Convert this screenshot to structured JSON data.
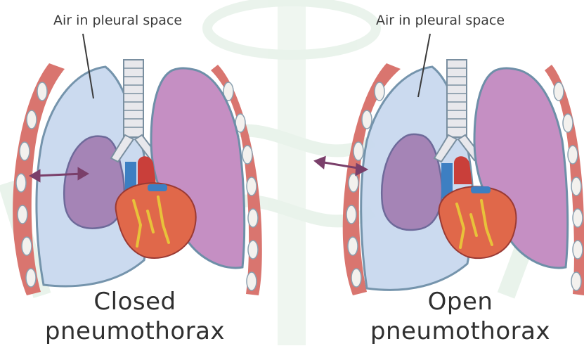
{
  "panels": [
    {
      "label": "Air in pleural space",
      "title_line1": "Closed",
      "title_line2": "pneumothorax"
    },
    {
      "label": "Air in pleural space",
      "title_line1": "Open",
      "title_line2": "pneumothorax"
    }
  ],
  "colors": {
    "pleural_air": "#c9d9ef",
    "lung": "#c58fc3",
    "collapsed_lung": "#a584b6",
    "chest_wall": "#d9756f",
    "rib": "#f3f1ee",
    "trachea": "#e8e8ec",
    "heart_red": "#c93f3a",
    "heart_orange": "#e0684a",
    "heart_vessels": "#e8c23a",
    "vein_blue": "#3d7fc2",
    "arrow": "#7a3f6a",
    "watermark": "#d8eadc"
  }
}
